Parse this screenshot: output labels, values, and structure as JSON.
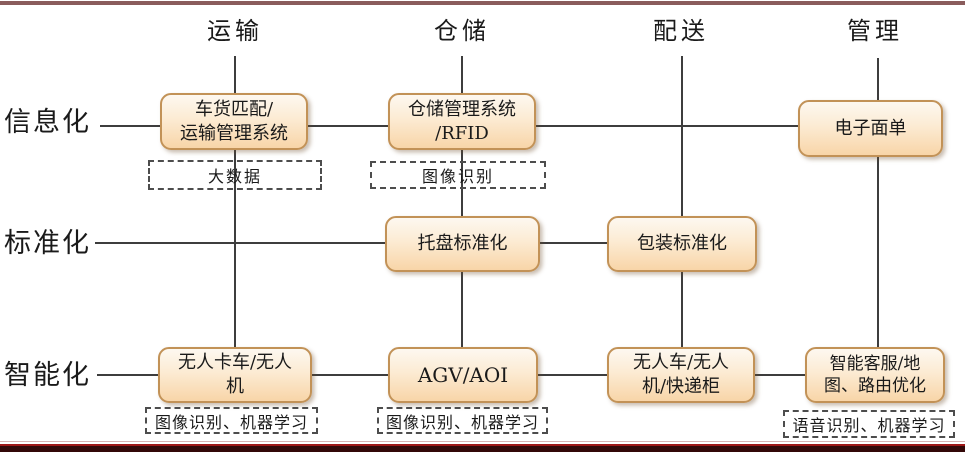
{
  "columns": [
    {
      "label": "运输"
    },
    {
      "label": "仓储"
    },
    {
      "label": "配送"
    },
    {
      "label": "管理"
    }
  ],
  "rows": [
    {
      "label": "信息化"
    },
    {
      "label": "标准化"
    },
    {
      "label": "智能化"
    }
  ],
  "boxes": [
    {
      "id": "truck-cargo-matching",
      "line1": "车货匹配/",
      "line2": "运输管理系统",
      "column": "运输",
      "row": "信息化"
    },
    {
      "id": "warehouse-mgmt-rfid",
      "line1": "仓储管理系统",
      "line2": "/RFID",
      "column": "仓储",
      "row": "信息化"
    },
    {
      "id": "e-waybill",
      "line1": "电子面单",
      "line2": "",
      "column": "管理",
      "row": "信息化"
    },
    {
      "id": "pallet-standardization",
      "line1": "托盘标准化",
      "line2": "",
      "column": "仓储",
      "row": "标准化"
    },
    {
      "id": "packaging-standardization",
      "line1": "包装标准化",
      "line2": "",
      "column": "配送",
      "row": "标准化"
    },
    {
      "id": "driverless-truck-drone",
      "line1": "无人卡车/无人",
      "line2": "机",
      "column": "运输",
      "row": "智能化"
    },
    {
      "id": "agv-aoi",
      "line1": "AGV/AOI",
      "line2": "",
      "column": "仓储",
      "row": "智能化"
    },
    {
      "id": "unmanned-vehicle-locker",
      "line1": "无人车/无人",
      "line2": "机/快递柜",
      "column": "配送",
      "row": "智能化"
    },
    {
      "id": "smart-service-routing",
      "line1": "智能客服/地",
      "line2": "图、路由优化",
      "column": "管理",
      "row": "智能化"
    }
  ],
  "tech_tags": [
    {
      "id": "big-data",
      "label": "大数据"
    },
    {
      "id": "image-recognition",
      "label": "图像识别"
    },
    {
      "id": "image-recognition-ml-1",
      "label": "图像识别、机器学习"
    },
    {
      "id": "image-recognition-ml-2",
      "label": "图像识别、机器学习"
    },
    {
      "id": "speech-recognition-ml",
      "label": "语音识别、机器学习"
    }
  ],
  "colors": {
    "top_rule": "#8a5c5c",
    "bottom_rule_red": "#a01616",
    "bottom_rule_dark": "#330808",
    "box_border": "#c29257",
    "box_fill_top": "#fdf8f0",
    "box_fill_bottom": "#f8d5a8",
    "connector_line": "#3d3d3d"
  }
}
